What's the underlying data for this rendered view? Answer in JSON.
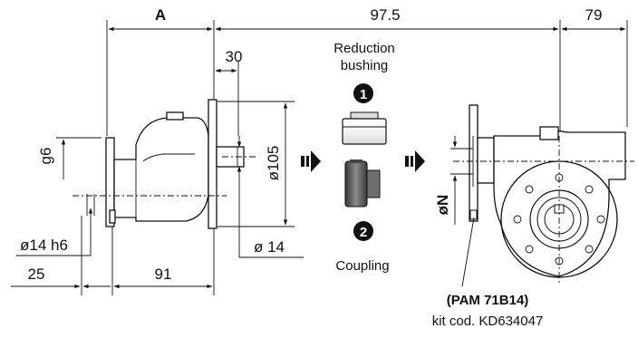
{
  "dimensions": {
    "a": "A",
    "len_97_5": "97.5",
    "len_79": "79",
    "len_30": "30",
    "dia_105": "ø105",
    "g6": "g6",
    "dia_14_h6": "ø14 h6",
    "len_25": "25",
    "len_91": "91",
    "dia_14": "ø 14",
    "dia_n": "øN"
  },
  "callouts": {
    "reduction_bushing_line1": "Reduction",
    "reduction_bushing_line2": "bushing",
    "badge_1": "1",
    "badge_2": "2",
    "coupling": "Coupling",
    "pam": "(PAM 71B14)",
    "kit_code": "kit cod. KD634047"
  },
  "colors": {
    "line": "#111111",
    "component_dark": "#555555",
    "component_light": "#e6e6e6"
  }
}
